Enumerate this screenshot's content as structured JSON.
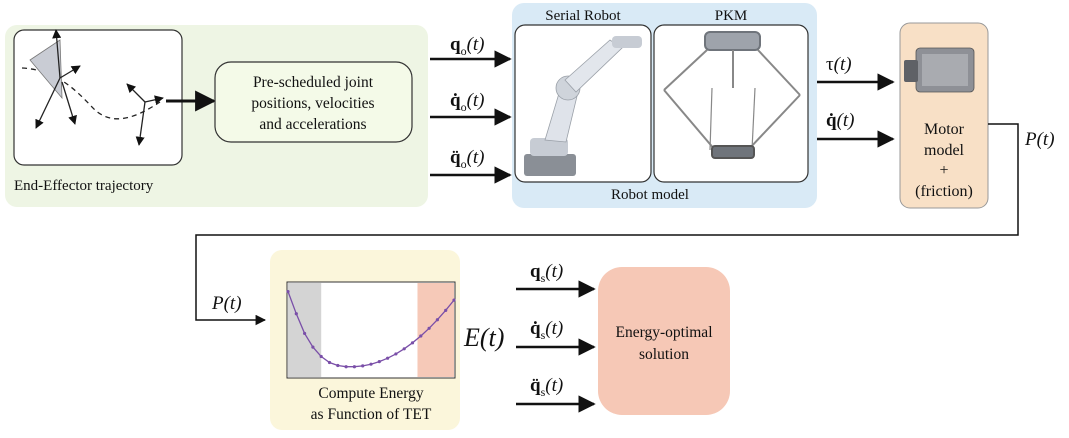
{
  "trajectory": {
    "caption": "End-Effector trajectory",
    "scheduled_lines": [
      "Pre-scheduled joint",
      "positions, velocities",
      "and accelerations"
    ]
  },
  "input_signals": [
    {
      "base": "q",
      "sub": "o",
      "arg": "(t)"
    },
    {
      "base": "q̇",
      "sub": "o",
      "arg": "(t)"
    },
    {
      "base": "q̈",
      "sub": "o",
      "arg": "(t)"
    }
  ],
  "robot_model": {
    "caption": "Robot model",
    "serial_title": "Serial Robot",
    "pkm_title": "PKM"
  },
  "robot_outputs": [
    {
      "base": "τ",
      "arg": "(t)"
    },
    {
      "base": "q̇",
      "arg": "(t)"
    }
  ],
  "motor": {
    "lines": [
      "Motor",
      "model",
      "+",
      "(friction)"
    ]
  },
  "power_label_right": "P(t)",
  "power_label_left": "P(t)",
  "energy": {
    "caption_lines": [
      "Compute Energy",
      "as Function of TET"
    ],
    "output_label": "E(t)"
  },
  "chart_data": {
    "type": "line",
    "title": "",
    "xlabel": "",
    "ylabel": "",
    "x": [
      0,
      0.5,
      1,
      1.5,
      2,
      2.5,
      3,
      3.5,
      4,
      4.5,
      5,
      5.5,
      6,
      6.5,
      7,
      7.5,
      8,
      8.5,
      9,
      9.5,
      10
    ],
    "values": [
      10.0,
      7.4,
      5.1,
      3.5,
      2.4,
      1.7,
      1.35,
      1.2,
      1.2,
      1.3,
      1.5,
      1.8,
      2.2,
      2.7,
      3.3,
      4.0,
      4.8,
      5.7,
      6.7,
      7.8,
      9.0
    ],
    "xlim": [
      0,
      10
    ],
    "ylim": [
      0,
      11
    ],
    "shaded_regions": [
      {
        "from": 0,
        "to": 2.0,
        "color": "#d4d4d4"
      },
      {
        "from": 7.8,
        "to": 10,
        "color": "#f6c9b8"
      }
    ],
    "line_color": "#7a4fa8",
    "grid": false
  },
  "solution_signals": [
    {
      "base": "q",
      "sub": "s",
      "arg": "(t)"
    },
    {
      "base": "q̇",
      "sub": "s",
      "arg": "(t)"
    },
    {
      "base": "q̈",
      "sub": "s",
      "arg": "(t)"
    }
  ],
  "solution": {
    "lines": [
      "Energy-optimal",
      "solution"
    ]
  },
  "colors": {
    "trajectory_bg": "#eef5e4",
    "robot_bg": "#d9eaf6",
    "motor_bg": "#f8e0c6",
    "energy_bg": "#fbf6db",
    "solution_bg": "#f6c8b6"
  }
}
